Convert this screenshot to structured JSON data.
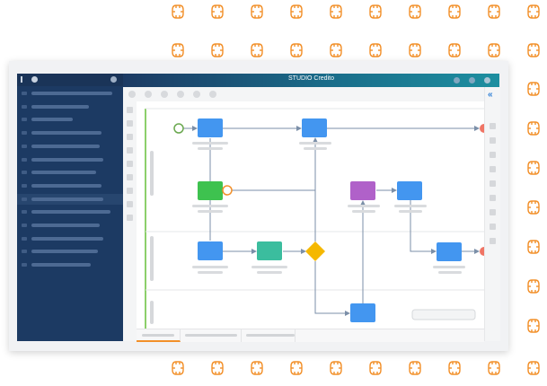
{
  "app": {
    "title": "STUDIO Credito"
  },
  "colors": {
    "sidebar": "#1c3a63",
    "accent": "#2d7fd6",
    "task": "#4396f0",
    "start_event": "#6aa84f",
    "green_task": "#3ec24f",
    "teal_task": "#3bbd9e",
    "purple_task": "#b061c9",
    "gateway": "#f5b800",
    "end_event": "#f07565",
    "pattern": "#f2902a"
  },
  "sidebar": {
    "items": [
      {
        "icon": "folder-icon",
        "state": "default"
      },
      {
        "icon": "folder-icon",
        "state": "default"
      },
      {
        "icon": "folder-icon",
        "state": "default"
      },
      {
        "icon": "folder-icon",
        "state": "default"
      },
      {
        "icon": "folder-icon",
        "state": "default"
      },
      {
        "icon": "folder-icon",
        "state": "default"
      },
      {
        "icon": "folder-icon",
        "state": "default"
      },
      {
        "icon": "folder-icon",
        "state": "default"
      },
      {
        "icon": "folder-icon",
        "state": "selected"
      },
      {
        "icon": "folder-icon",
        "state": "default"
      },
      {
        "icon": "folder-icon",
        "state": "default"
      },
      {
        "icon": "folder-icon",
        "state": "default"
      },
      {
        "icon": "folder-icon",
        "state": "default"
      },
      {
        "icon": "folder-icon",
        "state": "default"
      }
    ]
  },
  "toolbar": {
    "collapse_icon": "chevron-double-left-icon"
  },
  "diagram": {
    "nodes": [
      {
        "id": "start",
        "type": "start-event"
      },
      {
        "id": "task-1",
        "type": "task"
      },
      {
        "id": "task-2",
        "type": "task"
      },
      {
        "id": "task-3",
        "type": "task-green"
      },
      {
        "id": "boundary-timer",
        "type": "intermediate-event"
      },
      {
        "id": "task-4",
        "type": "task-purple"
      },
      {
        "id": "task-5",
        "type": "task"
      },
      {
        "id": "task-6",
        "type": "task"
      },
      {
        "id": "task-7",
        "type": "task-teal"
      },
      {
        "id": "gateway",
        "type": "exclusive-gateway"
      },
      {
        "id": "task-8",
        "type": "task"
      },
      {
        "id": "task-9",
        "type": "task"
      },
      {
        "id": "end-1",
        "type": "end-event"
      },
      {
        "id": "end-2",
        "type": "end-event"
      }
    ]
  },
  "tabs": [
    {
      "state": "active"
    },
    {
      "state": "default"
    },
    {
      "state": "default"
    }
  ]
}
